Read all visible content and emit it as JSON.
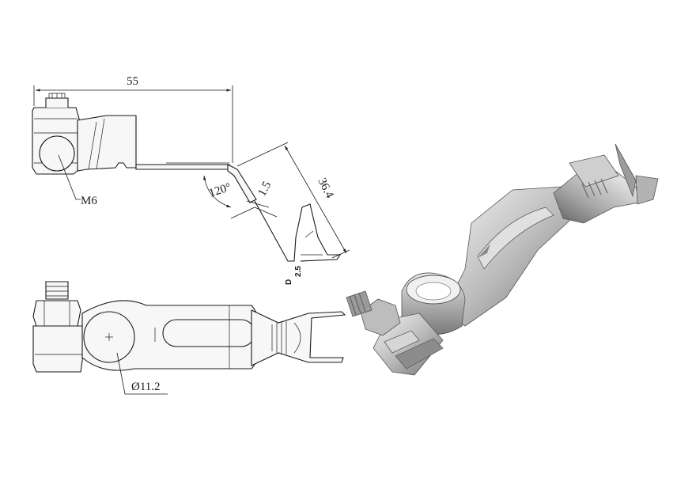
{
  "dimensions": {
    "length": "55",
    "angle": "120°",
    "thickness": "1.5",
    "height": "36.4",
    "thread": "M6",
    "diameter": "Ø11.2",
    "wire_size": "2.5",
    "wire_prefix": "D"
  },
  "colors": {
    "line": "#1a1a1a",
    "metal_light": "#f2f2f2",
    "metal_mid": "#b8b8b8",
    "metal_dark": "#6e6e6e"
  }
}
